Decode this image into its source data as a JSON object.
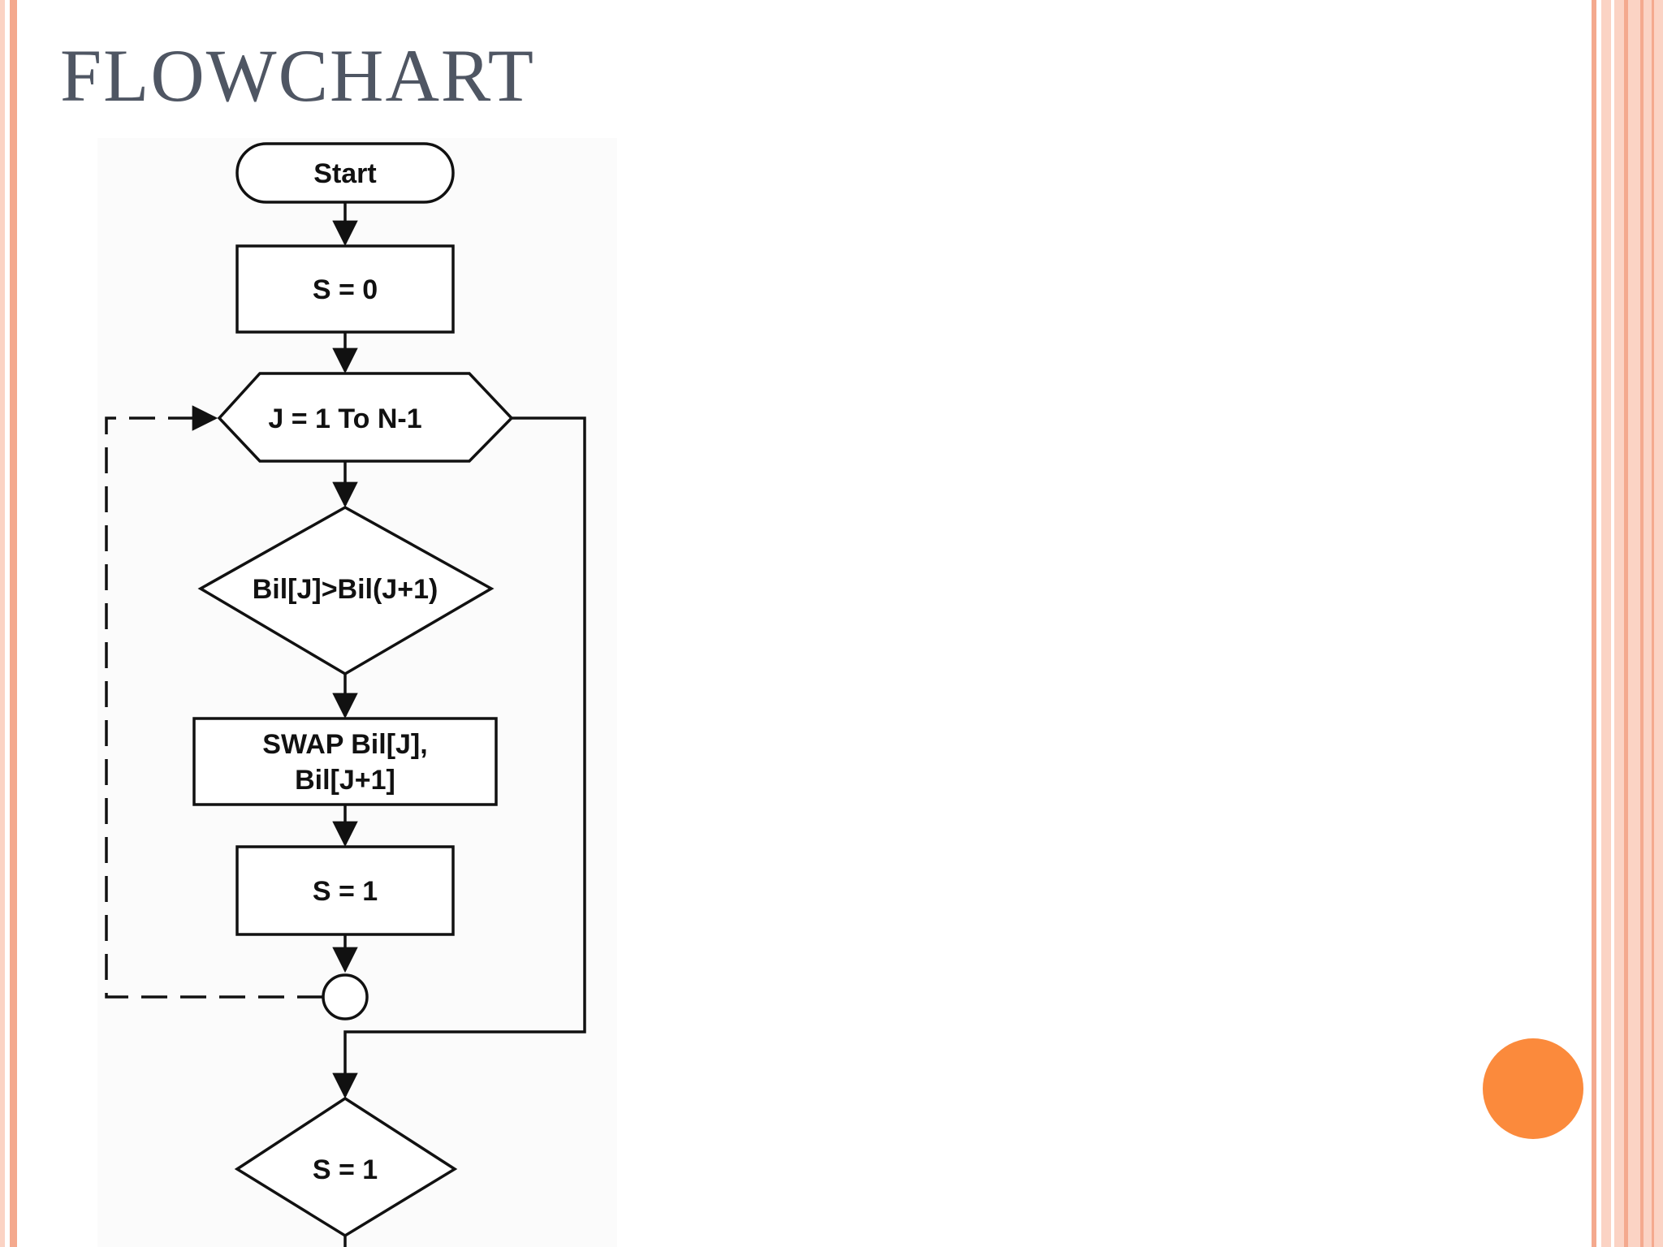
{
  "slide": {
    "title": "FLOWCHART"
  },
  "flowchart": {
    "start_label": "Start",
    "init_label": "S = 0",
    "loop_label": "J = 1 To N-1",
    "compare_label": "Bil[J]>Bil(J+1)",
    "swap_label_line1": "SWAP Bil[J],",
    "swap_label_line2": "Bil[J+1]",
    "set_label": "S = 1",
    "check_label": "S = 1"
  },
  "colors": {
    "title": "#4f5663",
    "frame_accent": "#f4a98e",
    "frame_light": "#fbd3c4",
    "orange_accent": "#fb8a3c",
    "diagram_stroke": "#111111"
  },
  "icons": {
    "decoration": "orange-circle-icon"
  }
}
